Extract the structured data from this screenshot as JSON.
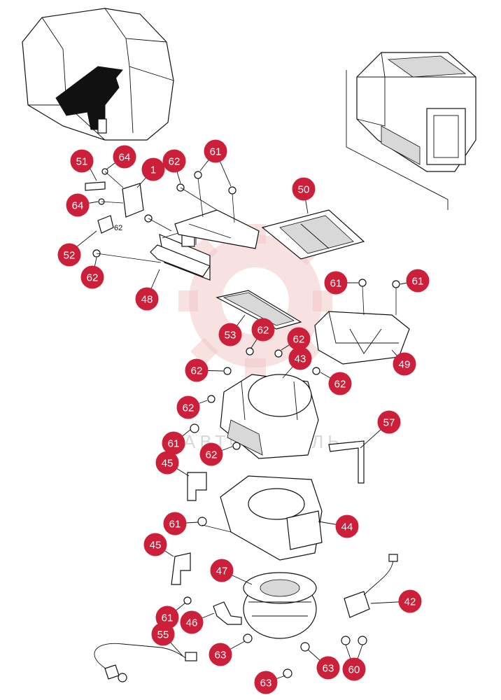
{
  "diagram": {
    "callout_color": "#cc1f3a",
    "callouts": [
      {
        "id": "51",
        "label": "51"
      },
      {
        "id": "64a",
        "label": "64"
      },
      {
        "id": "1",
        "label": "1"
      },
      {
        "id": "62a",
        "label": "62"
      },
      {
        "id": "61a",
        "label": "61"
      },
      {
        "id": "50",
        "label": "50"
      },
      {
        "id": "64b",
        "label": "64"
      },
      {
        "id": "52",
        "label": "52"
      },
      {
        "id": "62b",
        "label": "62"
      },
      {
        "id": "48",
        "label": "48"
      },
      {
        "id": "61b",
        "label": "61"
      },
      {
        "id": "61c",
        "label": "61"
      },
      {
        "id": "53",
        "label": "53"
      },
      {
        "id": "62c",
        "label": "62"
      },
      {
        "id": "62d",
        "label": "62"
      },
      {
        "id": "43",
        "label": "43"
      },
      {
        "id": "49",
        "label": "49"
      },
      {
        "id": "62e",
        "label": "62"
      },
      {
        "id": "62f",
        "label": "62"
      },
      {
        "id": "62g",
        "label": "62"
      },
      {
        "id": "57",
        "label": "57"
      },
      {
        "id": "61d",
        "label": "61"
      },
      {
        "id": "62h",
        "label": "62"
      },
      {
        "id": "45a",
        "label": "45"
      },
      {
        "id": "61e",
        "label": "61"
      },
      {
        "id": "44",
        "label": "44"
      },
      {
        "id": "45b",
        "label": "45"
      },
      {
        "id": "47",
        "label": "47"
      },
      {
        "id": "42",
        "label": "42"
      },
      {
        "id": "61f",
        "label": "61"
      },
      {
        "id": "46",
        "label": "46"
      },
      {
        "id": "55",
        "label": "55"
      },
      {
        "id": "63a",
        "label": "63"
      },
      {
        "id": "63b",
        "label": "63"
      },
      {
        "id": "60",
        "label": "60"
      },
      {
        "id": "63c",
        "label": "63"
      }
    ],
    "inline_label": "62",
    "watermark_text": "АВТОДЕТАЛЬ"
  }
}
